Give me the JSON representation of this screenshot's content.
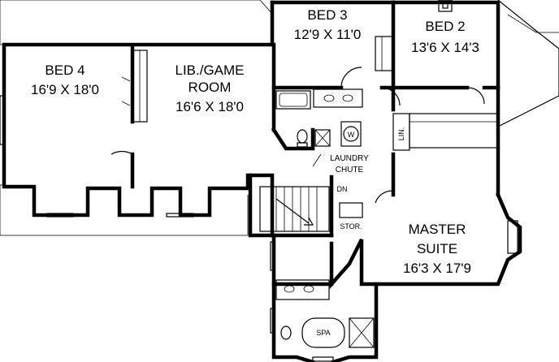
{
  "rooms": {
    "bed4": {
      "name": "BED 4",
      "size": "16'9 X 18'0"
    },
    "library": {
      "name_line1": "LIB./GAME",
      "name_line2": "ROOM",
      "size": "16'6 X 18'0"
    },
    "bed3": {
      "name": "BED 3",
      "size": "12'9 X 11'0"
    },
    "bed2": {
      "name": "BED 2",
      "size": "13'6 X 14'3"
    },
    "master": {
      "name_line1": "MASTER",
      "name_line2": "SUITE",
      "size": "16'3 X 17'9"
    }
  },
  "labels": {
    "laundry_line1": "LAUNDRY",
    "laundry_line2": "CHUTE",
    "linen": "LIN.",
    "down": "DN",
    "storage": "STOR.",
    "spa": "SPA",
    "washer": "W"
  }
}
